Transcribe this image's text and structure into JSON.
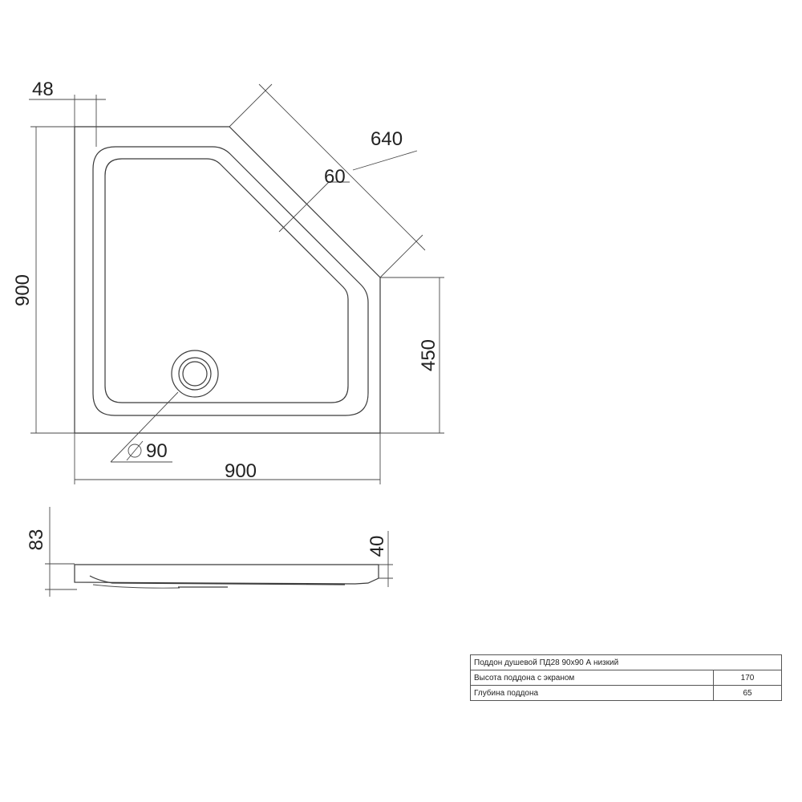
{
  "dimensions": {
    "top_offset": "48",
    "diagonal_length": "640",
    "rim_width": "60",
    "overall_height": "900",
    "side_height": "450",
    "drain_diameter": "90",
    "overall_width": "900",
    "profile_height": "83",
    "profile_rim_height": "40"
  },
  "spec_table": {
    "title": "Поддон душевой ПД28 90х90 А низкий",
    "rows": [
      {
        "label": "Высота поддона с экраном",
        "value": "170"
      },
      {
        "label": "Глубина поддона",
        "value": "65"
      }
    ]
  }
}
